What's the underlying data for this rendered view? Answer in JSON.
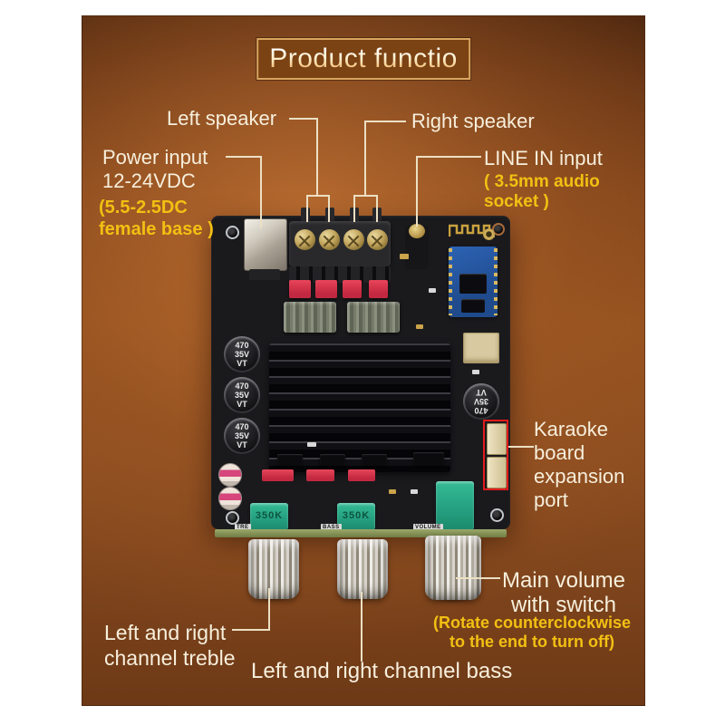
{
  "title": "Product functio",
  "callouts": {
    "left_speaker": "Left speaker",
    "right_speaker": "Right speaker",
    "power_input": "Power input\n12-24VDC",
    "power_note": "(5.5-2.5DC\nfemale base )",
    "line_in": "LINE IN input",
    "line_in_note": "( 3.5mm audio\n socket )",
    "karaoke": "Karaoke board expansion port",
    "main_volume": "Main volume\nwith switch",
    "main_volume_note": "(Rotate counterclockwise\nto the end to turn off)",
    "treble": "Left and right\nchannel treble",
    "bass": "Left and right channel bass"
  },
  "board": {
    "capacitor_label": "470\n35V\nVT",
    "pot_value": "350K",
    "silk_tre": "TRE",
    "silk_bass": "BASS",
    "silk_volume": "VOLUME"
  },
  "colors": {
    "background_wood": "#8c4d20",
    "label_text": "#f7efdc",
    "note_text": "#f2c013",
    "callout_line": "#ece0c4",
    "banner_border": "#d9a55f",
    "banner_background": "#7b4213",
    "pcb": "#1a1a1d",
    "highlight_box": "#e11b1b",
    "potentiometer": "#25a181",
    "film_capacitor": "#d63a4e",
    "bluetooth_module": "#2456a0"
  }
}
